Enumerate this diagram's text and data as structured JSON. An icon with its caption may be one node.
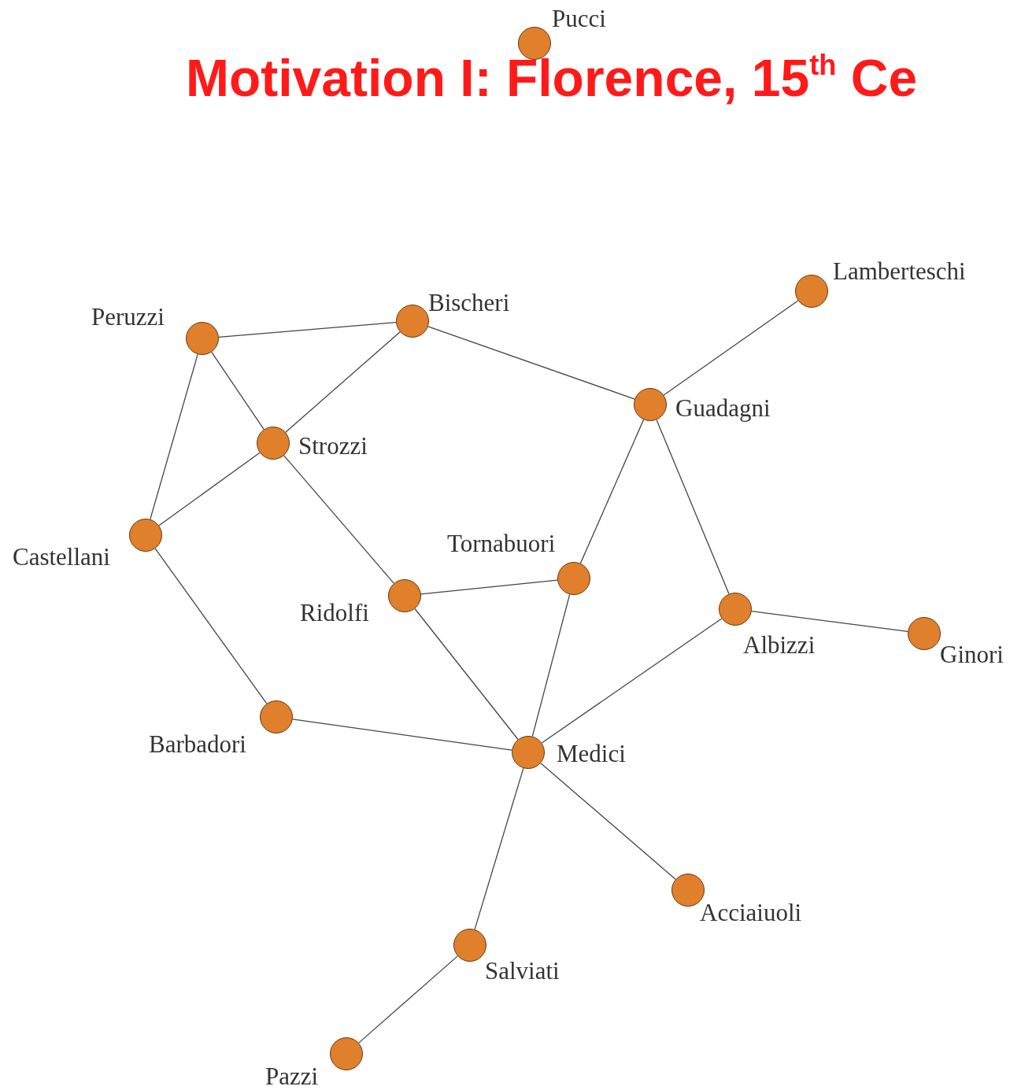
{
  "diagram": {
    "title": "Motivation I: Florence, 15$^{th}$ Ce",
    "nodes": [
      {
        "text": [
          "Pucci"
        ]
      },
      {
        "text": [
          "Peruzzi"
        ]
      },
      {
        "text": [
          "Bischeri"
        ]
      },
      {
        "text": [
          "Lamberteschi"
        ]
      },
      {
        "text": [
          "Strozzi"
        ]
      },
      {
        "text": [
          "Guadagni"
        ]
      },
      {
        "text": [
          "Castellani"
        ]
      },
      {
        "text": [
          "Tornabuori"
        ]
      },
      {
        "text": [
          "Ridolfi"
        ]
      },
      {
        "text": [
          "Albizzi"
        ]
      },
      {
        "text": [
          "Ginori"
        ]
      },
      {
        "text": [
          "Barbadori"
        ]
      },
      {
        "text": [
          "Medici"
        ]
      },
      {
        "text": [
          "Acciaiuoli"
        ]
      },
      {
        "text": [
          "Salviati"
        ]
      },
      {
        "text": [
          "Pazzi"
        ]
      }
    ],
    "edges": [
      {
        "from": 1,
        "to": 2,
        "arrow": "none"
      },
      {
        "from": 1,
        "to": 4,
        "arrow": "none"
      },
      {
        "from": 1,
        "to": 6,
        "arrow": "none"
      },
      {
        "from": 2,
        "to": 4,
        "arrow": "none"
      },
      {
        "from": 2,
        "to": 5,
        "arrow": "none"
      },
      {
        "from": 3,
        "to": 5,
        "arrow": "none"
      },
      {
        "from": 4,
        "to": 6,
        "arrow": "none"
      },
      {
        "from": 4,
        "to": 8,
        "arrow": "none"
      },
      {
        "from": 5,
        "to": 7,
        "arrow": "none"
      },
      {
        "from": 5,
        "to": 9,
        "arrow": "none"
      },
      {
        "from": 6,
        "to": 11,
        "arrow": "none"
      },
      {
        "from": 7,
        "to": 8,
        "arrow": "none"
      },
      {
        "from": 7,
        "to": 12,
        "arrow": "none"
      },
      {
        "from": 8,
        "to": 12,
        "arrow": "none"
      },
      {
        "from": 9,
        "to": 10,
        "arrow": "none"
      },
      {
        "from": 9,
        "to": 12,
        "arrow": "none"
      },
      {
        "from": 11,
        "to": 12,
        "arrow": "none"
      },
      {
        "from": 12,
        "to": 13,
        "arrow": "none"
      },
      {
        "from": 12,
        "to": 14,
        "arrow": "none"
      },
      {
        "from": 14,
        "to": 15,
        "arrow": "none"
      }
    ]
  }
}
